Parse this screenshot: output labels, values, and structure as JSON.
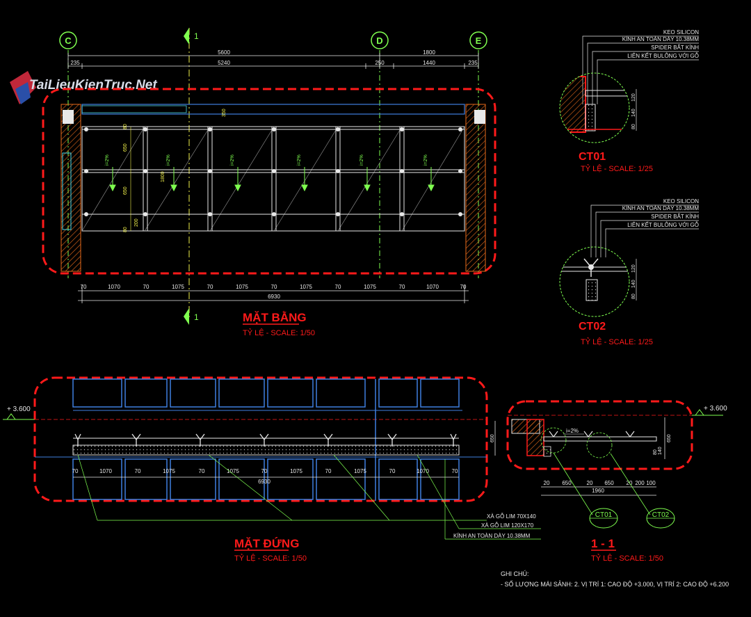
{
  "watermark": "TaiLieuKienTruc.Net",
  "grid": {
    "c": "C",
    "d": "D",
    "e": "E",
    "sec_top": "1",
    "sec_bot": "1"
  },
  "plan": {
    "title": "MẶT BẰNG",
    "scale": "TỶ LỆ - SCALE:  1/50",
    "dims_top1": [
      "5600",
      "1800"
    ],
    "dims_top2": [
      "235",
      "5240",
      "250",
      "1440",
      "235"
    ],
    "dims_bottom": [
      "70",
      "1070",
      "70",
      "1075",
      "70",
      "1075",
      "70",
      "1075",
      "70",
      "1075",
      "70",
      "1070",
      "70"
    ],
    "dim_total": "6930",
    "left_dims": [
      "650",
      "650",
      "1800"
    ],
    "inner_dims": [
      "200",
      "200",
      "350",
      "80",
      "80"
    ],
    "slope": "i=2%"
  },
  "ct01": {
    "title": "CT01",
    "scale": "TỶ LỆ - SCALE:  1/25",
    "labels": [
      "KEO SILICON",
      "KÍNH AN TOÀN DÀY 10.38MM",
      "SPIDER BẮT KÍNH",
      "LIÊN KẾT BULÔNG VỚI GỖ"
    ],
    "dims": [
      "120",
      "140",
      "80"
    ]
  },
  "ct02": {
    "title": "CT02",
    "scale": "TỶ LỆ - SCALE:  1/25",
    "labels": [
      "KEO SILICON",
      "KÍNH AN TOÀN DÀY 10.38MM",
      "SPIDER BẮT KÍNH",
      "LIÊN KẾT BULÔNG VỚI GỖ"
    ],
    "dims": [
      "120",
      "140",
      "80"
    ]
  },
  "elevation": {
    "title": "MẶT ĐỨNG",
    "scale": "TỶ LỆ - SCALE:  1/50",
    "level": "+ 3.600",
    "height_dim": "650",
    "dims_bottom": [
      "70",
      "1070",
      "70",
      "1075",
      "70",
      "1075",
      "70",
      "1075",
      "70",
      "1075",
      "70",
      "1070",
      "70"
    ],
    "dim_total": "6930",
    "notes": [
      "XÀ GỖ LIM 70X140",
      "XÀ GỖ LIM 120X170",
      "KÍNH AN TOÀN DÀY 10.38MM"
    ]
  },
  "section": {
    "title": "1 - 1",
    "scale": "TỶ LỆ - SCALE:  1/50",
    "level": "+ 3.600",
    "slope": "i=2%",
    "height_dim": "650",
    "side_dims": [
      "80",
      "140"
    ],
    "dims_bottom": [
      "20",
      "650",
      "20",
      "650",
      "20",
      "200",
      "100"
    ],
    "dim_total": "1960",
    "callout1": "CT01",
    "callout2": "CT02"
  },
  "notes": {
    "title": "GHI CHÚ:",
    "line1": "- SỐ LƯỢNG MÁI SẢNH: 2. VỊ TRÍ 1: CAO ĐỘ +3.000, VỊ TRÍ 2: CAO ĐỘ +6.200"
  },
  "colors": {
    "bg": "#000000",
    "white": "#e8e8e8",
    "red": "#ff1a1a",
    "yellow": "#f2f24a",
    "green": "#7fff4f",
    "cyan": "#4ad9e8",
    "blue": "#3f7fe0",
    "orange": "#e86a1a",
    "grey": "#9a9a9a"
  }
}
